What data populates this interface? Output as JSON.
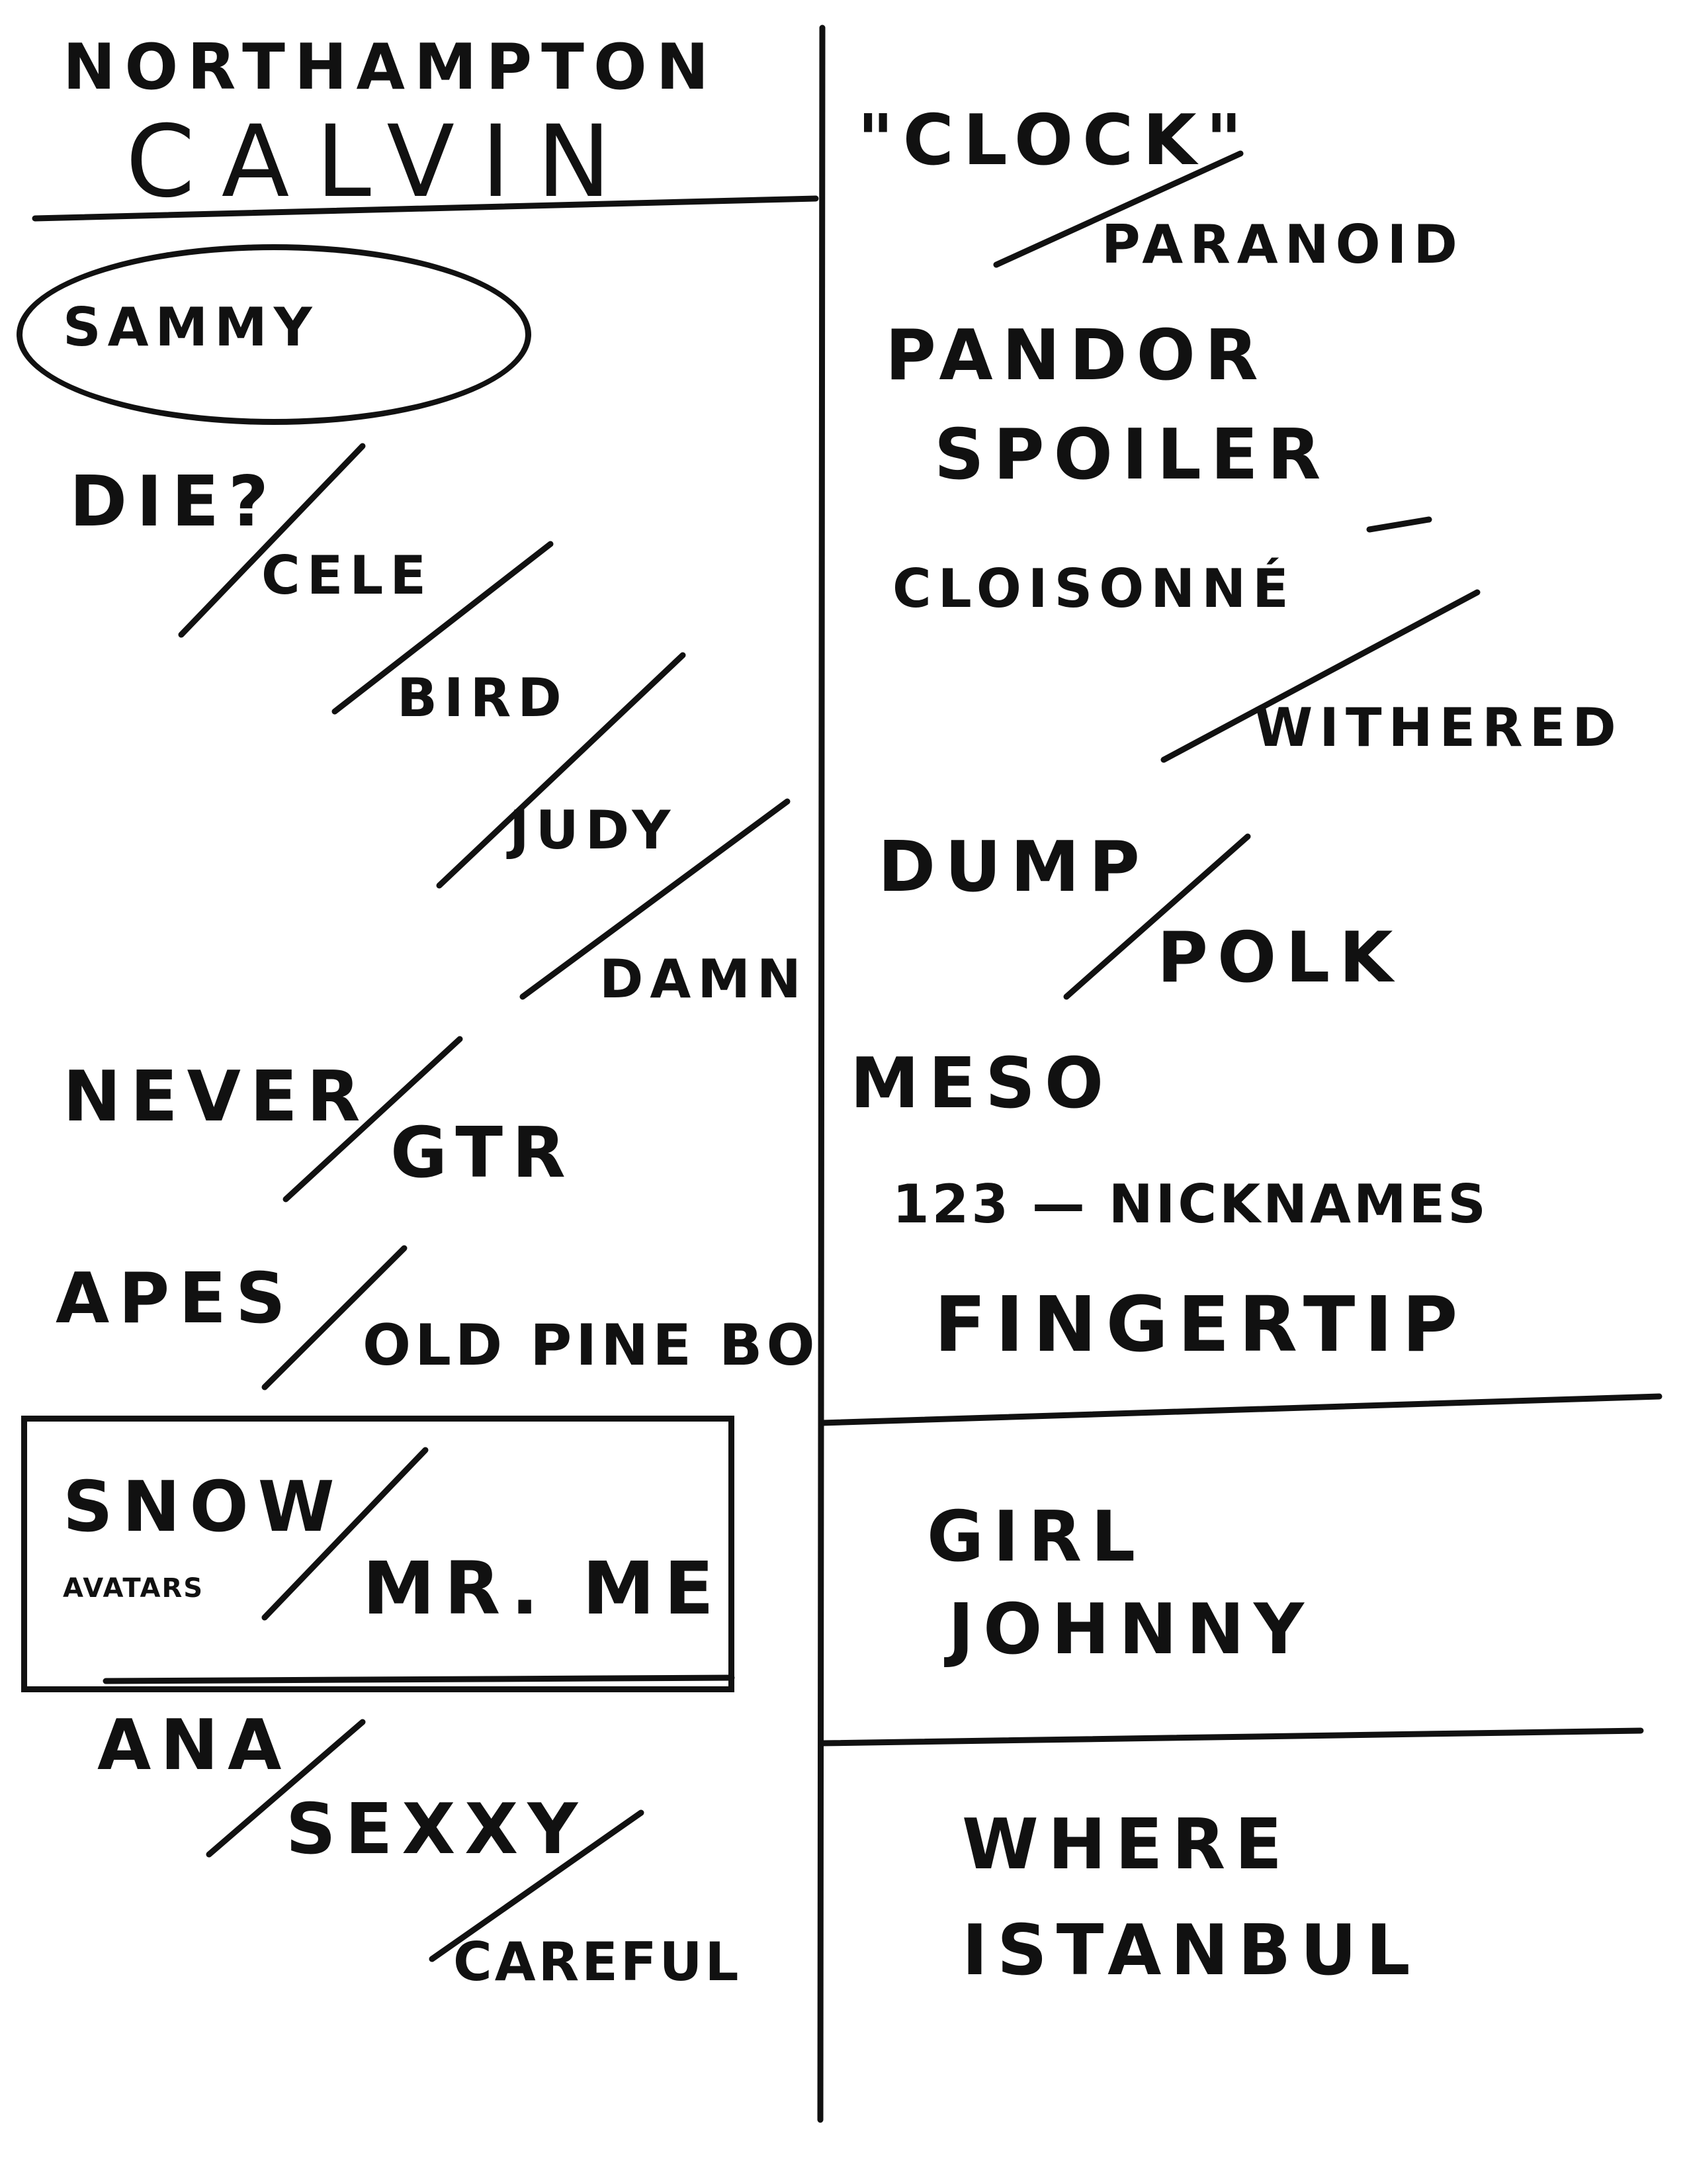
{
  "header": {
    "city": "Northampton",
    "venue": "Calvin"
  },
  "left_column": {
    "opener": "Sammy",
    "songs": [
      "Die?",
      "Cele",
      "Bird",
      "Judy",
      "Damn",
      "Never",
      "GTR",
      "Apes",
      "Old Pine Bo",
      "Snow",
      "Avatars",
      "Mr. Me",
      "Ana",
      "Sexxy",
      "Careful"
    ]
  },
  "right_column": {
    "songs": [
      "\"Clock\"",
      "Paranoid",
      "Pandor",
      "Spoiler",
      "Cloisonné",
      "Withered",
      "Dump",
      "Polk",
      "Meso",
      "123 — Nicknames",
      "Fingertip"
    ],
    "encore1": [
      "Girl",
      "Johnny"
    ],
    "encore2": [
      "Where",
      "Istanbul"
    ]
  },
  "ink_color": "#111111"
}
